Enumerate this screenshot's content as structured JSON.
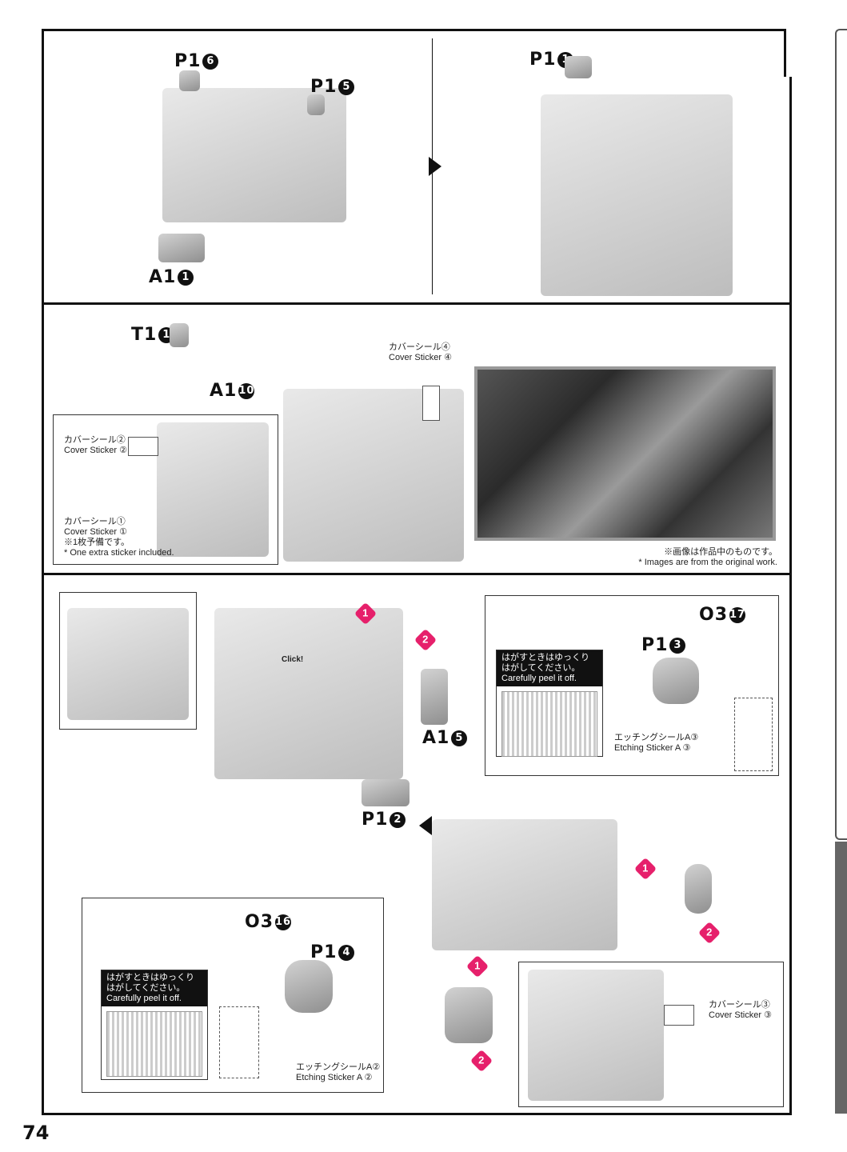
{
  "page_number": "74",
  "step1": {
    "left_parts": {
      "p1_6": "P1",
      "n6": "6",
      "p1_5": "P1",
      "n5": "5",
      "a1_1": "A1",
      "n1": "1"
    },
    "right_parts": {
      "p1_1": "P1",
      "n1": "1"
    }
  },
  "step2": {
    "t1_1": "T1",
    "t1n": "1",
    "a1_10": "A1",
    "a1n": "10",
    "cover4_jp": "カバーシール④",
    "cover4_en": "Cover Sticker ④",
    "cover2_jp": "カバーシール②",
    "cover2_en": "Cover Sticker ②",
    "cover1_jp": "カバーシール①",
    "cover1_en": "Cover Sticker ①",
    "extra_jp": "※1枚予備です。",
    "extra_en": "* One extra sticker included.",
    "photo_note_jp": "※画像は作品中のものです。",
    "photo_note_en": "* Images are from the original work."
  },
  "step3": {
    "click_label": "Click!",
    "pin1": "1",
    "pin2": "2",
    "a1_5": "A1",
    "a1n": "5",
    "p1_2": "P1",
    "p1n": "2",
    "o3_17": "O3",
    "o3n": "17",
    "p1_3": "P1",
    "p1_3n": "3",
    "peel_jp1": "はがすときはゆっくり",
    "peel_jp2": "はがしてください。",
    "peel_en": "Carefully peel it off.",
    "etch3_jp": "エッチングシールA③",
    "etch3_en": "Etching Sticker A ③",
    "o3_16": "O3",
    "o3_16n": "16",
    "p1_4": "P1",
    "p1_4n": "4",
    "peel2_jp1": "はがすときはゆっくり",
    "peel2_jp2": "はがしてください。",
    "peel2_en": "Carefully peel it off.",
    "etch2_jp": "エッチングシールA②",
    "etch2_en": "Etching Sticker A ②",
    "cover3_jp": "カバーシール③",
    "cover3_en": "Cover Sticker ③"
  }
}
